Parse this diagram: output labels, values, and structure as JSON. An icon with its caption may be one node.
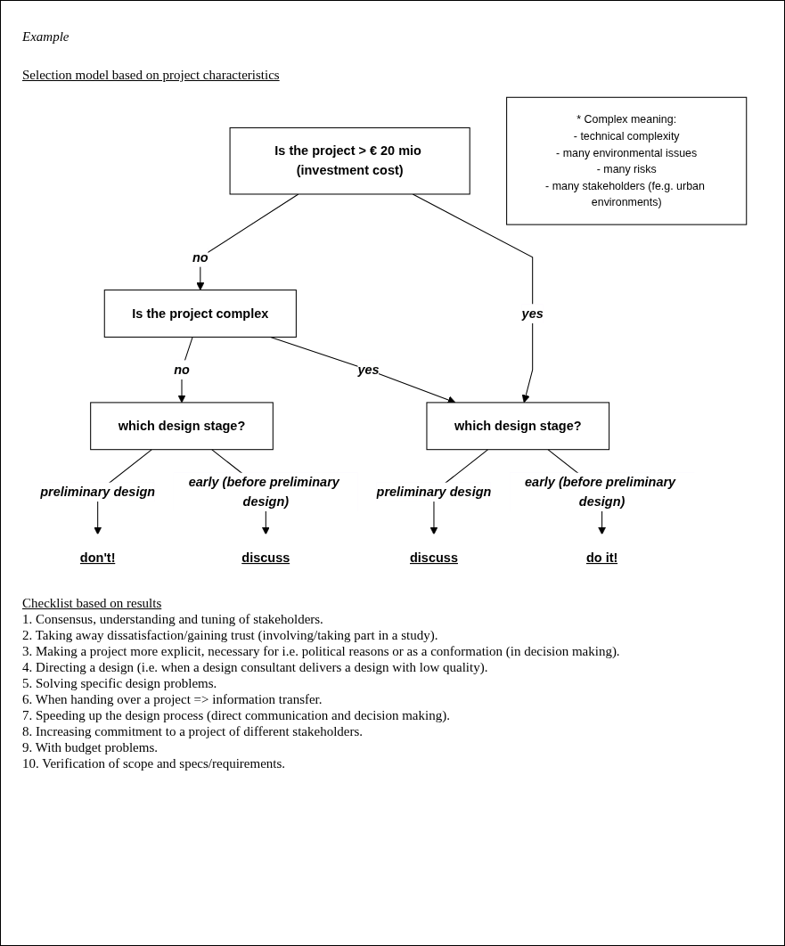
{
  "diagram": {
    "title": "Example",
    "nodes": [
      {
        "text": [
          "Is the project > € 20 mio (investment cost)"
        ]
      },
      {
        "text": [
          "* Complex meaning:",
          "- technical complexity",
          "- many environmental issues",
          "- many risks",
          "- many stakeholders (fe.g. urban environments)"
        ]
      },
      {
        "text": [
          "Is the project complex"
        ]
      },
      {
        "text": [
          "which design stage?"
        ]
      },
      {
        "text": [
          "don't!"
        ]
      },
      {
        "text": [
          "discuss"
        ]
      },
      {
        "text": [
          "which design stage?"
        ]
      },
      {
        "text": [
          "discuss"
        ]
      },
      {
        "text": [
          "do it!"
        ]
      }
    ],
    "edges": [
      {
        "from": 0,
        "to": 2,
        "arrow": "to",
        "label": "no"
      },
      {
        "from": 0,
        "to": 6,
        "arrow": "to",
        "label": "yes"
      },
      {
        "from": 2,
        "to": 3,
        "arrow": "to",
        "label": "no"
      },
      {
        "from": 3,
        "to": 4,
        "arrow": "to",
        "label": "preliminary design"
      },
      {
        "from": 3,
        "to": 5,
        "arrow": "to",
        "label": "early (before preliminary design)"
      },
      {
        "from": 2,
        "to": 6,
        "arrow": "to",
        "label": "yes"
      },
      {
        "from": 6,
        "to": 7,
        "arrow": "to",
        "label": "preliminary design"
      },
      {
        "from": 6,
        "to": 8,
        "arrow": "to",
        "label": "early (before preliminary design)"
      }
    ],
    "labels": [
      "Selection model based on project characteristics",
      "Checklist based on results",
      "1. Consensus, understanding and tuning of stakeholders.",
      "2. Taking away dissatisfaction/gaining trust (involving/taking part in a study).",
      "3. Making a project more explicit, necessary for i.e. political reasons or as a conformation (in decision making).",
      "4. Directing a design (i.e. when a design consultant delivers a design with low quality).",
      "5. Solving specific design problems.",
      "6. When handing over a project => information transfer.",
      "7. Speeding up the design process (direct communication and decision making).",
      "8. Increasing commitment to a project of different stakeholders.",
      "9. With budget problems.",
      "10. Verification of scope and specs/requirements."
    ]
  }
}
